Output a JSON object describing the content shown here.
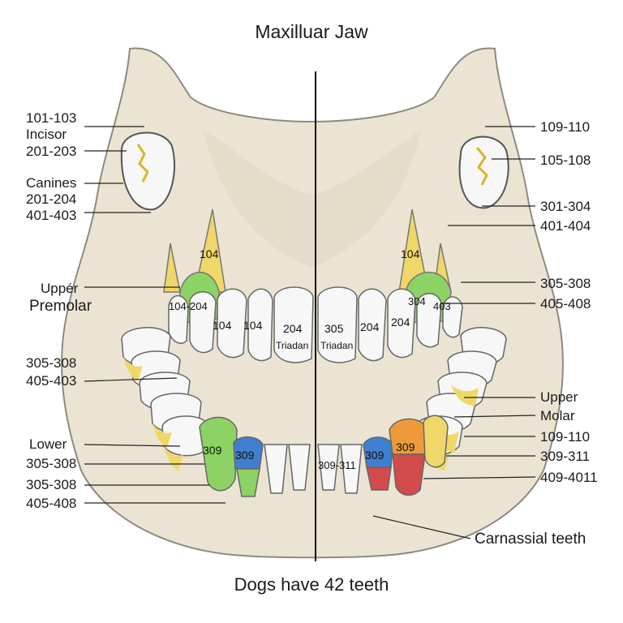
{
  "title": "Maxilluar Jaw",
  "caption": "Dogs have 42 teeth",
  "colors": {
    "bone": "#ece4d3",
    "bone_outline": "#8f8a80",
    "tooth": "#f7f7f7",
    "incisor_yellow": "#f0d767",
    "premolar_green": "#8cd264",
    "molar_blue": "#3f7fd0",
    "carnassial_orange": "#ef9a3a",
    "carnassial_red": "#d24b4b"
  },
  "left_labels": {
    "incisor_range": "101-103",
    "incisor": "Incisor",
    "incisor_range2": "201-203",
    "canines": "Canines",
    "canines_range1": "201-204",
    "canines_range2": "401-403",
    "upper": "Uppér",
    "premolar": "Premolar",
    "range_305": "305-308",
    "range_405": "405-403",
    "lower": "Lower",
    "lower_range1": "305-308",
    "lower_range2": "305-308",
    "lower_range3": "405-408"
  },
  "right_labels": {
    "r1": "109-110",
    "r2": "105-108",
    "r3": "301-304",
    "r4": "401-404",
    "r5": "305-308",
    "r6": "405-408",
    "upper": "Upper",
    "molar": "Molar",
    "r7": "109-110",
    "r8": "309-311",
    "r9": "409-4011",
    "carnassial": "Carnassial teeth"
  },
  "tooth_numbers": {
    "upper_canine_left": "104",
    "upper_canine_right": "104",
    "premolar_left": "104-204",
    "premolar_right": "304",
    "premolar_right_b": "403",
    "front_1": "104",
    "front_2": "104",
    "front_3": "204",
    "front_4": "305",
    "front_5": "204",
    "front_6": "204",
    "triadan_left": "Triadan",
    "triadan_right": "Triadan",
    "lower_left_green": "309",
    "lower_left_blue": "309",
    "lower_center": "309-311",
    "lower_right_blue": "309",
    "lower_right_orange": "309"
  }
}
